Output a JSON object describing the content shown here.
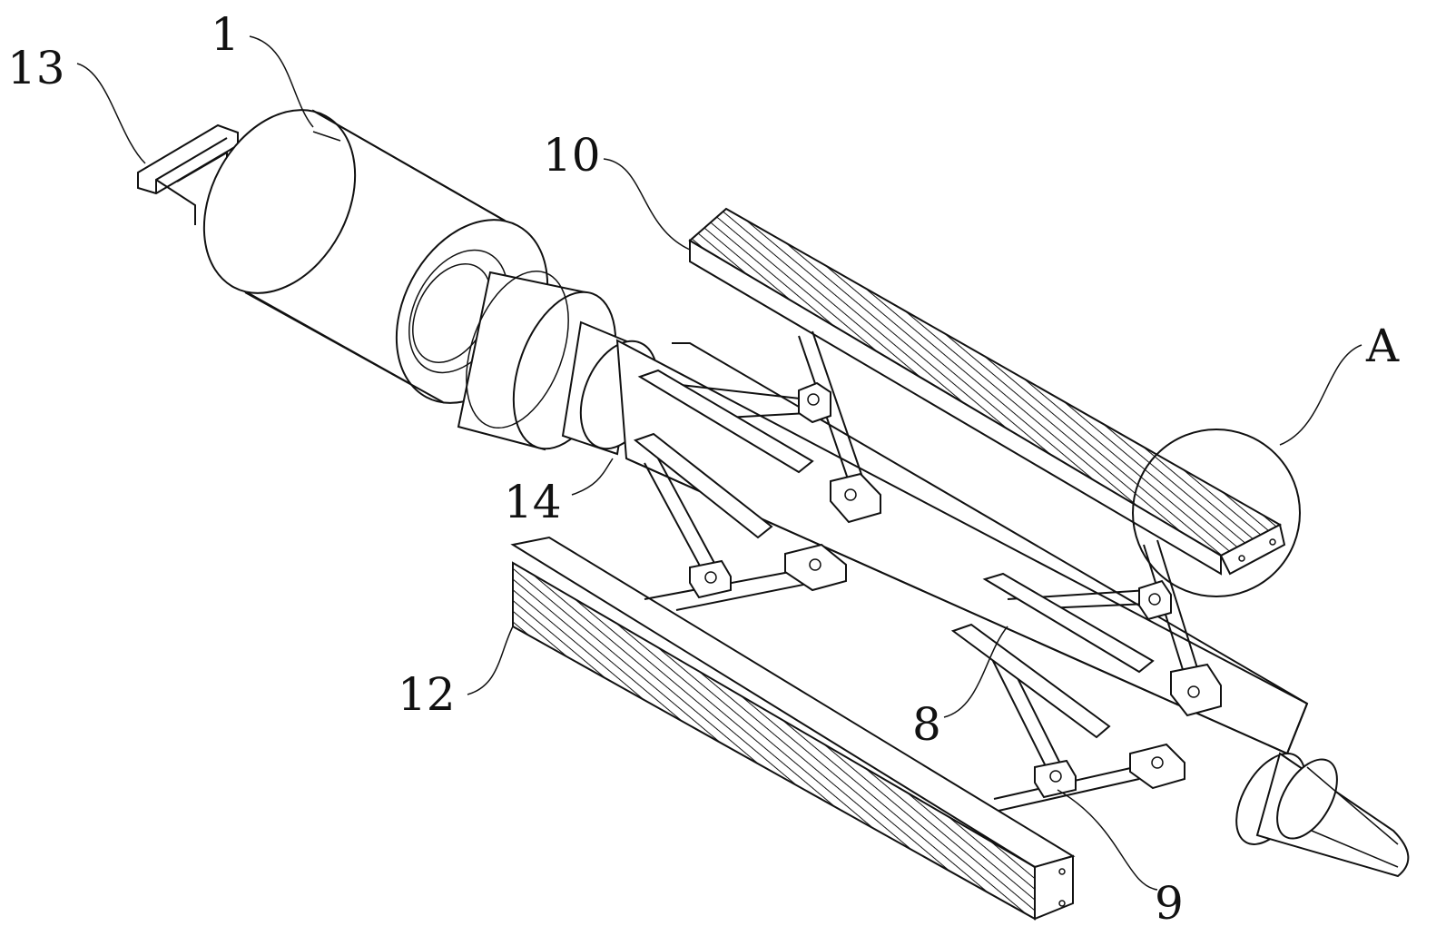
{
  "figure": {
    "callouts": [
      {
        "id": "c13",
        "text": "13"
      },
      {
        "id": "c1",
        "text": "1"
      },
      {
        "id": "c10",
        "text": "10"
      },
      {
        "id": "cA",
        "text": "A"
      },
      {
        "id": "c14",
        "text": "14"
      },
      {
        "id": "c12",
        "text": "12"
      },
      {
        "id": "c8",
        "text": "8"
      },
      {
        "id": "c9",
        "text": "9"
      }
    ]
  }
}
